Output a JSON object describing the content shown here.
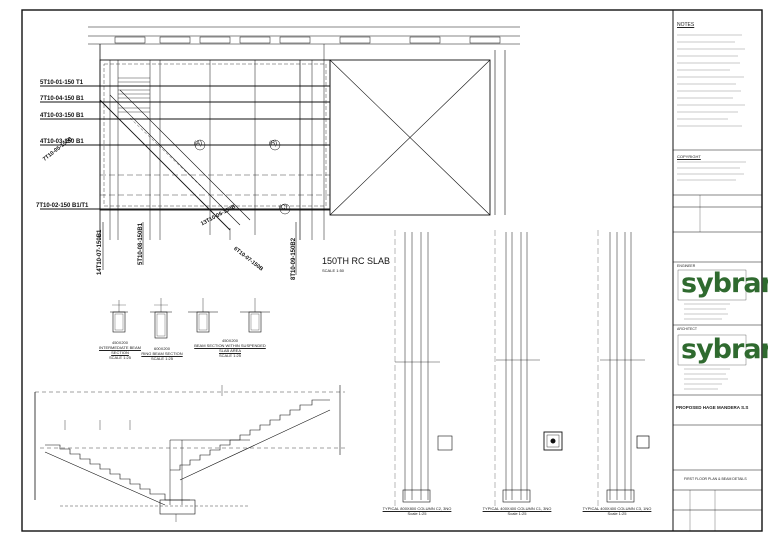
{
  "drawing": {
    "slab_title": "150TH RC SLAB",
    "slab_scale": "SCALE 1:50",
    "bar_marks_left": [
      "5T10-01-150 T1",
      "7T10-04-150 B1",
      "4T10-03-150 B1",
      "4T10-03-150 B1",
      "7T10-02-150 B1/T1"
    ],
    "bar_marks_diagonal": [
      "7T10-05-150B",
      "13T10-06-150B",
      "6T10-07-150B"
    ],
    "bar_marks_vertical": [
      "14T10-07-150B1",
      "5T10-08-150B1",
      "8T10-09-150B2"
    ],
    "grid_marks": [
      "(A)",
      "(B)",
      "(C)"
    ],
    "beam_sections": [
      {
        "size": "450X200",
        "name": "INTERMEDIATE BEAM SECTION",
        "scale": "SCALE 1:25"
      },
      {
        "size": "600X200",
        "name": "RING BEAM SECTION",
        "scale": "SCALE 1:25"
      },
      {
        "size": "450X200",
        "name": "BEAM SECTION WITHIN SUSPENDED SLAB AREA",
        "scale": "SCALE 1:25"
      }
    ],
    "column_details": [
      {
        "name": "TYPICAL 800X800 COLUMN C2, 3NO",
        "scale": "Scale 1:25"
      },
      {
        "name": "TYPICAL 400X400 COLUMN C1, 3NO",
        "scale": "Scale 1:25"
      },
      {
        "name": "TYPICAL 400X400 COLUMN C3, 1NO",
        "scale": "Scale 1:25"
      }
    ]
  },
  "title_block": {
    "notes_title": "NOTES",
    "copyright_title": "COPYRIGHT",
    "engineer_label": "ENGINEER",
    "architect_label": "ARCHITECT",
    "logo_text": "sybran",
    "project_title": "PROPOSED HAGE MANDERA S.S",
    "sheet_title": "FIRST FLOOR PLAN & BEAM DETAILS"
  },
  "colors": {
    "ink": "#111111",
    "logo_dark": "#2f6a2f",
    "logo_light": "#6bab4a"
  }
}
